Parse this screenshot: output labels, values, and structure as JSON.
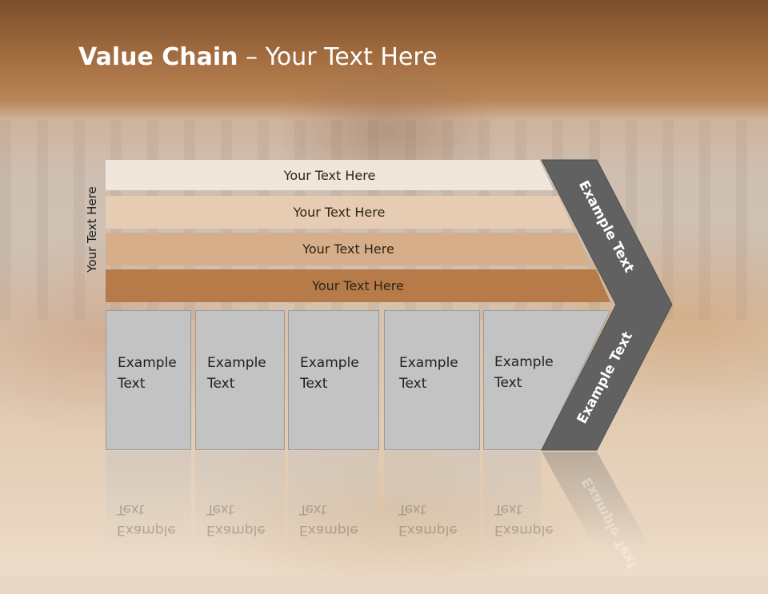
{
  "slide": {
    "title_bold": "Value Chain",
    "title_rest": " – Your Text Here"
  },
  "side_label": "Your Text Here",
  "bars": [
    {
      "label": "Your Text Here",
      "color": "#f0e6dc"
    },
    {
      "label": "Your Text Here",
      "color": "#e6ccb2"
    },
    {
      "label": "Your Text Here",
      "color": "#d6ae8a"
    },
    {
      "label": "Your Text Here",
      "color": "#b67b48"
    }
  ],
  "boxes": [
    {
      "line1": "Example",
      "line2": "Text"
    },
    {
      "line1": "Example",
      "line2": "Text"
    },
    {
      "line1": "Example",
      "line2": "Text"
    },
    {
      "line1": "Example",
      "line2": "Text"
    },
    {
      "line1": "Example",
      "line2": "Text"
    }
  ],
  "chevron": {
    "top_label": "Example Text",
    "bottom_label": "Example Text",
    "color": "#616161"
  }
}
